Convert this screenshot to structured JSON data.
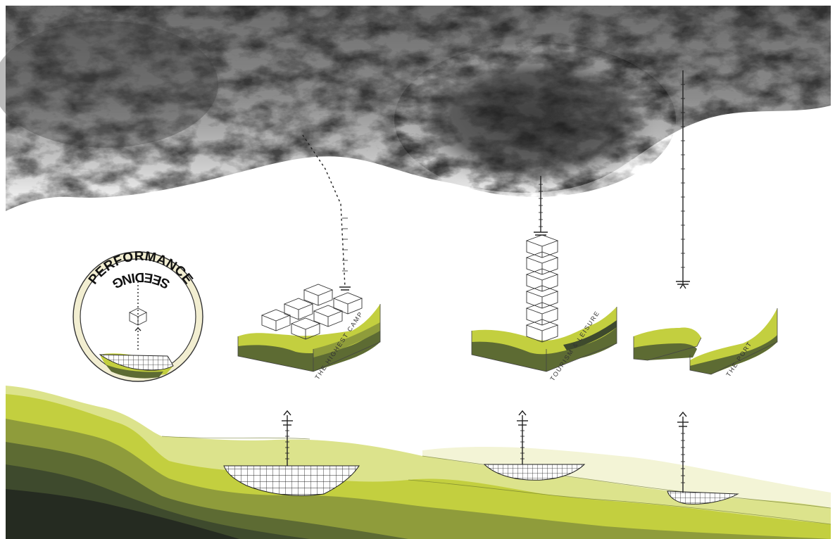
{
  "ring": {
    "top_text": "PERFORMANCE",
    "bottom_text": "SEEDING"
  },
  "scenarios": [
    {
      "id": "highest-camp",
      "label": "THE HIGHEST CAMP"
    },
    {
      "id": "tourism-leisure",
      "label": "TOURISM & LEISURE"
    },
    {
      "id": "the-port",
      "label": "THE PORT"
    }
  ],
  "palette": {
    "cloud_dark": "#3a3a3a",
    "cloud_mid": "#8a8a8a",
    "cloud_light": "#d7d7d7",
    "terrain_lime": "#c6d347",
    "terrain_light": "#dfe58e",
    "terrain_pale": "#f0f2cf",
    "terrain_olive": "#8e9c3a",
    "terrain_dark_olive": "#5c6b32",
    "terrain_forest": "#3f4a2c",
    "terrain_darkest": "#262c22",
    "ring_cream": "#f2eed1",
    "grid_line": "#222222"
  }
}
